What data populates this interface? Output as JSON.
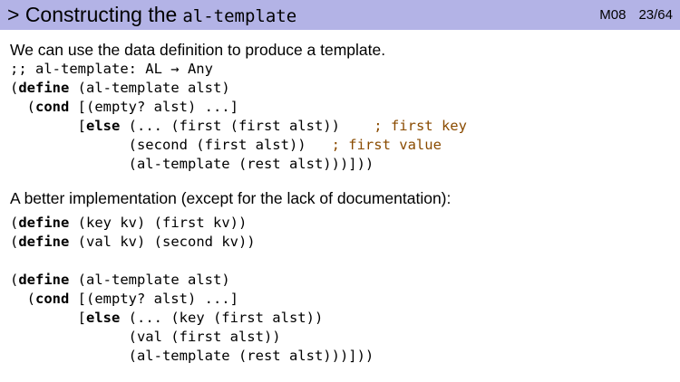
{
  "header": {
    "title_prefix": "> Constructing the",
    "title_code": "al-template",
    "module": "M08",
    "page": "23/64"
  },
  "body": {
    "intro": "We can use the data definition to produce a template.",
    "signature": ";; al-template: AL → Any",
    "template_code": [
      [
        {
          "t": "(",
          "c": ""
        },
        {
          "t": "define",
          "c": "kw"
        },
        {
          "t": " (al-template alst)",
          "c": ""
        }
      ],
      [
        {
          "t": "  (",
          "c": ""
        },
        {
          "t": "cond",
          "c": "kw"
        },
        {
          "t": " [(empty? alst) ...]",
          "c": ""
        }
      ],
      [
        {
          "t": "        [",
          "c": ""
        },
        {
          "t": "else",
          "c": "kw"
        },
        {
          "t": " (... (first (first alst))    ",
          "c": ""
        },
        {
          "t": "; first key",
          "c": "cm"
        }
      ],
      [
        {
          "t": "              (second (first alst))   ",
          "c": ""
        },
        {
          "t": "; first value",
          "c": "cm"
        }
      ],
      [
        {
          "t": "              (al-template (rest alst)))]))",
          "c": ""
        }
      ]
    ],
    "better_intro": "A better implementation (except for the lack of documentation):",
    "helpers_code": [
      [
        {
          "t": "(",
          "c": ""
        },
        {
          "t": "define",
          "c": "kw"
        },
        {
          "t": " (key kv) (first kv))",
          "c": ""
        }
      ],
      [
        {
          "t": "(",
          "c": ""
        },
        {
          "t": "define",
          "c": "kw"
        },
        {
          "t": " (val kv) (second kv))",
          "c": ""
        }
      ]
    ],
    "better_code": [
      [
        {
          "t": "(",
          "c": ""
        },
        {
          "t": "define",
          "c": "kw"
        },
        {
          "t": " (al-template alst)",
          "c": ""
        }
      ],
      [
        {
          "t": "  (",
          "c": ""
        },
        {
          "t": "cond",
          "c": "kw"
        },
        {
          "t": " [(empty? alst) ...]",
          "c": ""
        }
      ],
      [
        {
          "t": "        [",
          "c": ""
        },
        {
          "t": "else",
          "c": "kw"
        },
        {
          "t": " (... (key (first alst))",
          "c": ""
        }
      ],
      [
        {
          "t": "              (val (first alst))",
          "c": ""
        }
      ],
      [
        {
          "t": "              (al-template (rest alst)))]))",
          "c": ""
        }
      ]
    ]
  }
}
